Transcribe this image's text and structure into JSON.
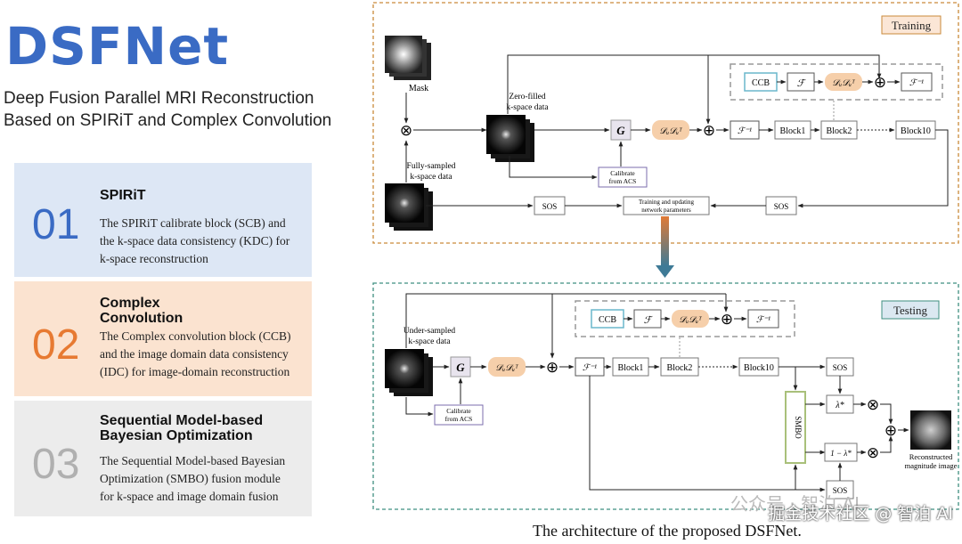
{
  "header": {
    "title": "DSFNet",
    "subtitle_lines": [
      "Deep Fusion Parallel MRI Reconstruction",
      "Based on SPIRiT and Complex Convolution"
    ]
  },
  "cards": [
    {
      "num": "01",
      "title_lines": [
        "SPIRiT"
      ],
      "desc_lines": [
        "The SPIRiT calibrate block (SCB) and",
        "the k-space data consistency (KDC) for",
        "k-space reconstruction"
      ],
      "bg": "#dde7f5",
      "num_color": "#3a6bc4"
    },
    {
      "num": "02",
      "title_lines": [
        "Complex",
        "Convolution"
      ],
      "desc_lines": [
        "The Complex convolution block (CCB)",
        "and the image domain data consistency",
        "(IDC) for image-domain reconstruction"
      ],
      "bg": "#fbe3d0",
      "num_color": "#e77a32"
    },
    {
      "num": "03",
      "title_lines": [
        "Sequential Model-based",
        "Bayesian Optimization"
      ],
      "desc_lines": [
        "The Sequential Model-based Bayesian",
        "Optimization (SMBO) fusion module",
        "for k-space and image domain fusion"
      ],
      "bg": "#ececec",
      "num_color": "#b0b0b0"
    }
  ],
  "diagram": {
    "training_label": "Training",
    "testing_label": "Testing",
    "mask": "Mask",
    "zero_filled_lines": [
      "Zero-filled",
      "k-space data"
    ],
    "fully_sampled_lines": [
      "Fully-sampled",
      "k-space data"
    ],
    "under_sampled_lines": [
      "Under-sampled",
      "k-space data"
    ],
    "calibrate_lines": [
      "Calibrate",
      "from ACS"
    ],
    "training_update_lines": [
      "Training and updating",
      "network parameters"
    ],
    "ccb": "CCB",
    "f": "ℱ",
    "f_inv": "ℱ⁻¹",
    "dd": "𝒟ᵤ𝒟ᵤᵀ",
    "g": "G",
    "block1": "Block1",
    "block2": "Block2",
    "block10": "Block10",
    "sos": "SOS",
    "smbo": "SMBO",
    "lambda": "λ*",
    "one_minus_lambda": "1 − λ*",
    "otimes": "⊗",
    "oplus": "⊕",
    "reconstructed_lines": [
      "Reconstructed",
      "magnitude image"
    ],
    "colors": {
      "training_border": "#c98a3a",
      "testing_border": "#3f8f80",
      "ccb_border": "#6ab7cc",
      "dd_fill": "#f6cfaa",
      "smbo_border": "#a9c07a",
      "arrow_top": "#e07a36",
      "arrow_bottom": "#3e7a96"
    }
  },
  "caption": "The architecture of the proposed DSFNet.",
  "watermark_primary": "掘金技术社区 @ 智泊 AI",
  "watermark_secondary": "公众号 · 智泊 AI"
}
